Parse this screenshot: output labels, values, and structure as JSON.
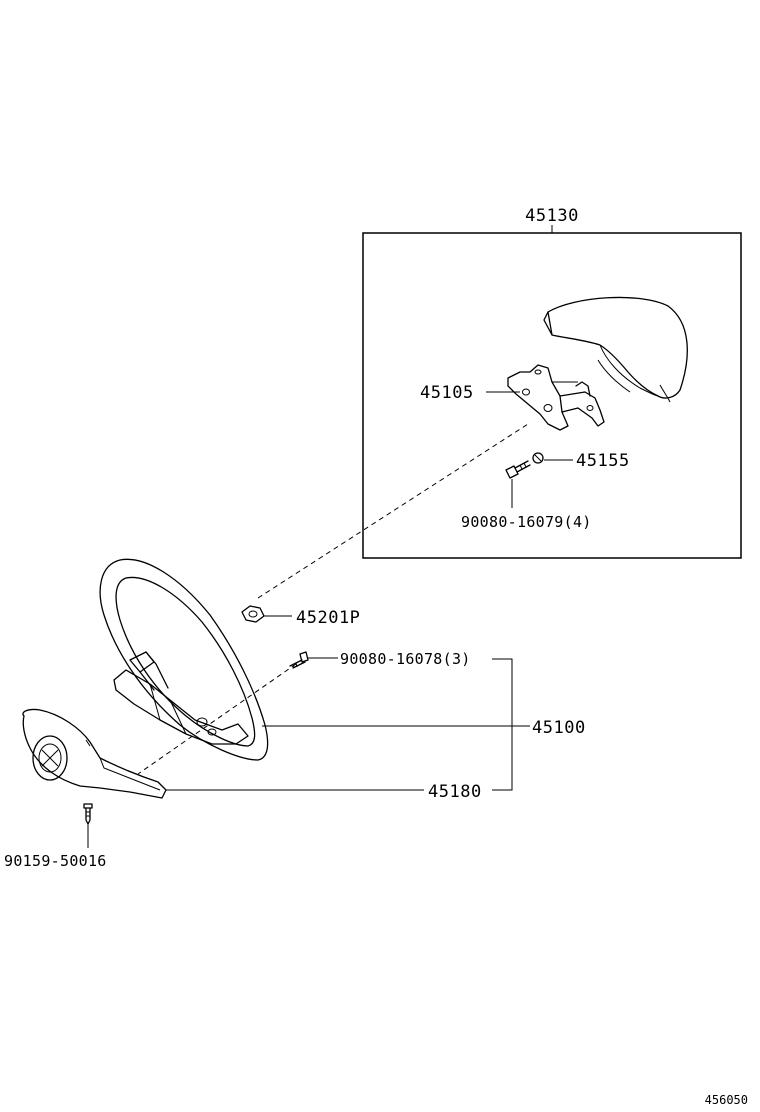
{
  "diagram": {
    "figure_id": "456050",
    "callouts": {
      "assembly_45130": "45130",
      "bracket_45105": "45105",
      "clip_45155": "45155",
      "bolt_90080_16079": "90080-16079(4)",
      "nut_45201p": "45201P",
      "bolt_90080_16078": "90080-16078(3)",
      "wheel_45100": "45100",
      "cover_45180": "45180",
      "screw_90159_50016": "90159-50016"
    }
  }
}
